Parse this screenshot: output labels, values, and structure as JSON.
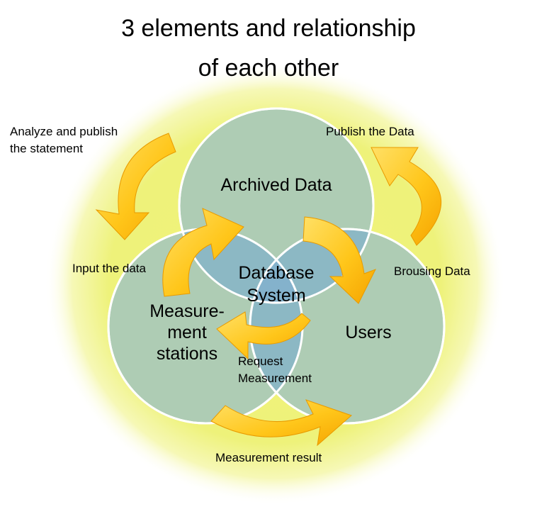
{
  "title": {
    "line1": "3 elements and relationship",
    "line2": "of each other"
  },
  "circles": {
    "archived": "Archived Data",
    "stations_line1": "Measure-",
    "stations_line2": "ment",
    "stations_line3": "stations",
    "users": "Users",
    "center_line1": "Database",
    "center_line2": "System"
  },
  "labels": {
    "analyze_line1": "Analyze and publish",
    "analyze_line2": "the statement",
    "publish": "Publish the Data",
    "input": "Input the data",
    "browsing": "Brousing Data",
    "request_line1": "Request",
    "request_line2": "Measurement",
    "result": "Measurement result"
  },
  "colors": {
    "glow": "#eef27a",
    "circle_fill": "#aeccb4",
    "overlap_fill": "#8cb8c4",
    "center_fill": "#84b2cc",
    "arrow_light": "#ffe066",
    "arrow_dark": "#f5a300"
  }
}
